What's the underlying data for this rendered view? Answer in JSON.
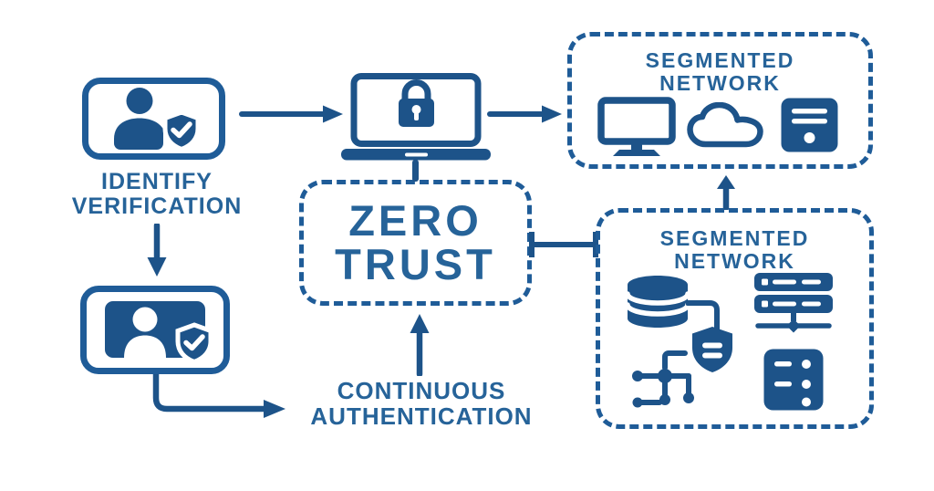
{
  "colors": {
    "primary": "#1f5c98",
    "icon_fill": "#1d5389",
    "text": "#266399",
    "background": "#ffffff"
  },
  "diagram": {
    "identity_verification": {
      "line1": "IDENTIFY",
      "line2": "VERIFICATION"
    },
    "zero_trust": {
      "line1": "ZERO",
      "line2": "TRUST"
    },
    "continuous_authentication": {
      "line1": "CONTINUOUS",
      "line2": "AUTHENTICATION"
    },
    "segmented_network_top": {
      "line1": "SEGMENTED",
      "line2": "NETWORK"
    },
    "segmented_network_bottom": {
      "line1": "SEGMENTED",
      "line2": "NETWORK"
    }
  }
}
